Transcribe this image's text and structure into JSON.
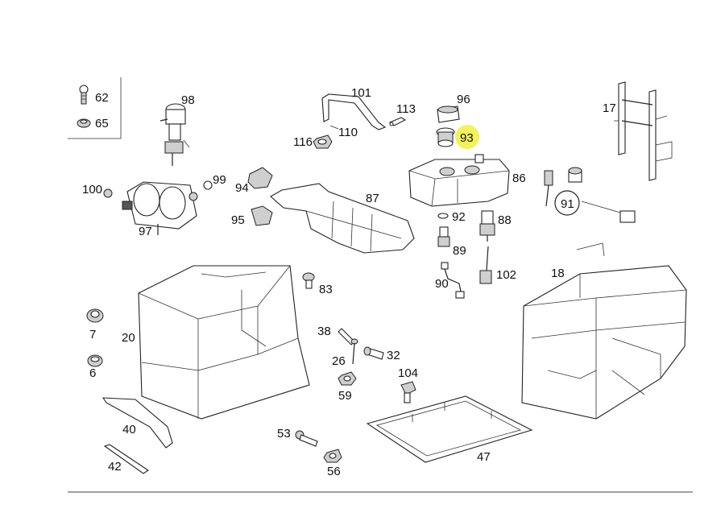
{
  "diagram": {
    "highlight_color": "#f2f25a",
    "highlighted_part": "93",
    "labels": {
      "p62": "62",
      "p65": "65",
      "p98": "98",
      "p101": "101",
      "p113": "113",
      "p96": "96",
      "p93": "93",
      "p116": "116",
      "p110": "110",
      "p17": "17",
      "p86": "86",
      "p100": "100",
      "p99": "99",
      "p94": "94",
      "p87": "87",
      "p91": "91",
      "p95": "95",
      "p97": "97",
      "p92": "92",
      "p88": "88",
      "p89": "89",
      "p18": "18",
      "p83": "83",
      "p90": "90",
      "p102": "102",
      "p7": "7",
      "p20": "20",
      "p38": "38",
      "p32": "32",
      "p26": "26",
      "p6": "6",
      "p104": "104",
      "p59": "59",
      "p40": "40",
      "p53": "53",
      "p47": "47",
      "p56": "56",
      "p42": "42"
    }
  }
}
